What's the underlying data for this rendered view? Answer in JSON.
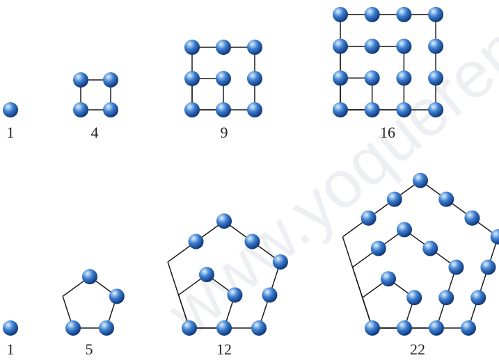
{
  "watermark": "www.yoquerenm",
  "colors": {
    "sphere_highlight": "#dff1ff",
    "sphere_mid": "#3c7fd0",
    "sphere_dark": "#0a2d70",
    "edge": "#1a1a1a",
    "label": "#222222"
  },
  "square_numbers": [
    {
      "n": 1,
      "label": "1"
    },
    {
      "n": 2,
      "label": "4"
    },
    {
      "n": 3,
      "label": "9"
    },
    {
      "n": 4,
      "label": "16"
    }
  ],
  "pentagonal_numbers": [
    {
      "n": 1,
      "label": "1"
    },
    {
      "n": 2,
      "label": "5"
    },
    {
      "n": 3,
      "label": "12"
    },
    {
      "n": 4,
      "label": "22"
    }
  ]
}
